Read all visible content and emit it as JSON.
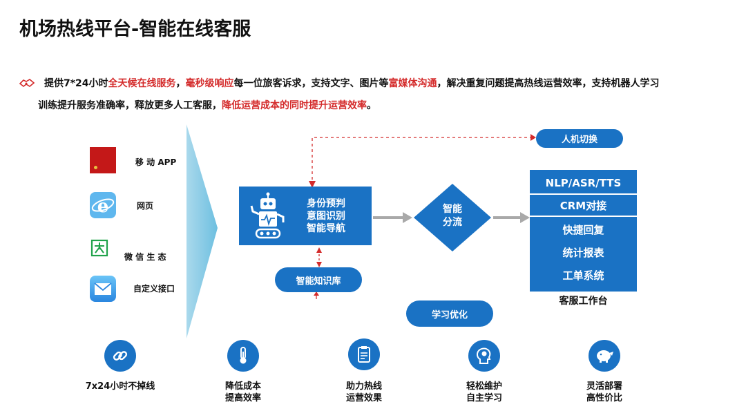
{
  "title": "机场热线平台-智能在线客服",
  "intro": {
    "p1": "提供7*24小时",
    "r1": "全天候在线服务",
    "p2": "，",
    "r2": "毫秒级响应",
    "p3": "每一位旅客诉求，支持文字、图片等",
    "r3": "富媒体沟通",
    "p4": "，解决重复问题提高热线运营效率，支持机器人学习",
    "p5": "训练提升服务准确率，释放更多人工客服，",
    "r4": "降低运营成本的同时提升运营效率",
    "p6": "。"
  },
  "channels": [
    {
      "label": "移 动 APP",
      "icon": "app-icon"
    },
    {
      "label": "网页",
      "icon": "browser-icon"
    },
    {
      "label": "微 信 生 态",
      "icon": "wechat-icon"
    },
    {
      "label": "自定义接口",
      "icon": "mail-icon"
    }
  ],
  "robot_box": {
    "lines": [
      "身份预判",
      "意图识别",
      "智能导航"
    ],
    "icon": "robot-icon"
  },
  "diamond": {
    "lines": [
      "智能",
      "分流"
    ]
  },
  "pills": {
    "handover": "人机切换",
    "knowledge": "智能知识库",
    "learning": "学习优化"
  },
  "panel": {
    "rows": [
      "NLP/ASR/TTS",
      "CRM对接",
      "快捷回复",
      "统计报表",
      "工单系统"
    ],
    "caption": "客服工作台"
  },
  "features": [
    {
      "icon": "link-icon",
      "line1": "7x24小时不掉线",
      "line2": ""
    },
    {
      "icon": "thermometer-icon",
      "line1": "降低成本",
      "line2": "提高效率"
    },
    {
      "icon": "clipboard-icon",
      "line1": "助力热线",
      "line2": "运营效果"
    },
    {
      "icon": "head-bulb-icon",
      "line1": "轻松维护",
      "line2": "自主学习"
    },
    {
      "icon": "piggy-bank-icon",
      "line1": "灵活部署",
      "line2": "高性价比"
    }
  ],
  "colors": {
    "primary": "#1a72c4",
    "accent_red": "#d42b2b",
    "arrow_light": "#8ccde6"
  }
}
